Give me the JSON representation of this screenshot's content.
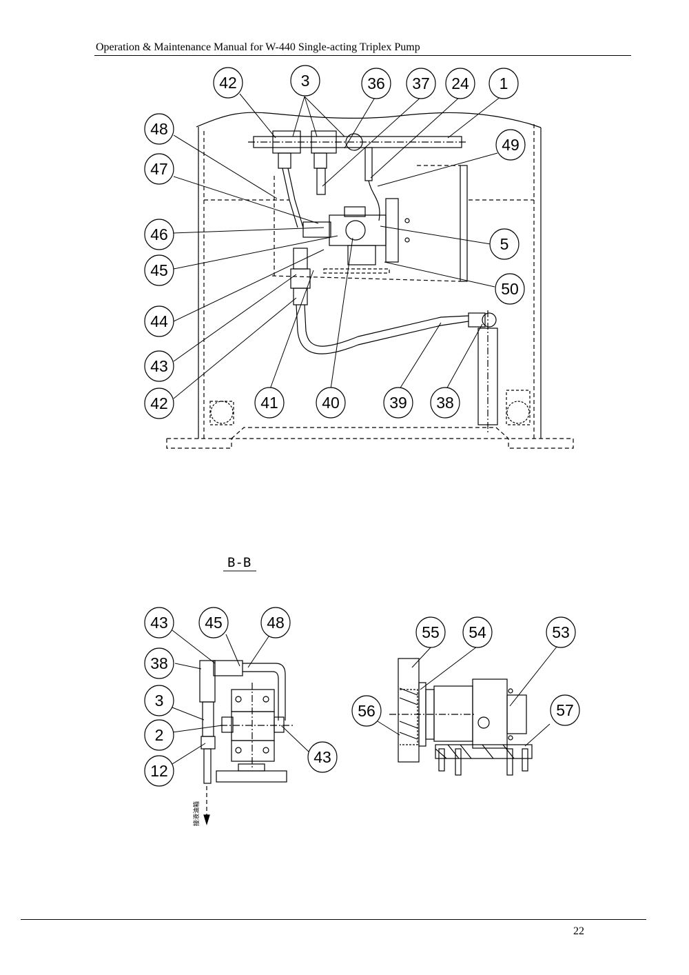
{
  "header": {
    "title": "Operation & Maintenance Manual for W-440 Single-acting Triplex Pump"
  },
  "footer": {
    "page_number": "22"
  },
  "figure": {
    "section_label": "B-B",
    "flow_note": "接液油箱",
    "top_callouts": [
      "42",
      "3",
      "36",
      "37",
      "24",
      "1",
      "48",
      "49",
      "47",
      "46",
      "5",
      "45",
      "50",
      "44",
      "43",
      "42",
      "41",
      "40",
      "39",
      "38"
    ],
    "bottom_left_callouts": [
      "43",
      "45",
      "48",
      "38",
      "3",
      "2",
      "12",
      "43"
    ],
    "bottom_right_callouts": [
      "55",
      "54",
      "53",
      "56",
      "57"
    ]
  }
}
